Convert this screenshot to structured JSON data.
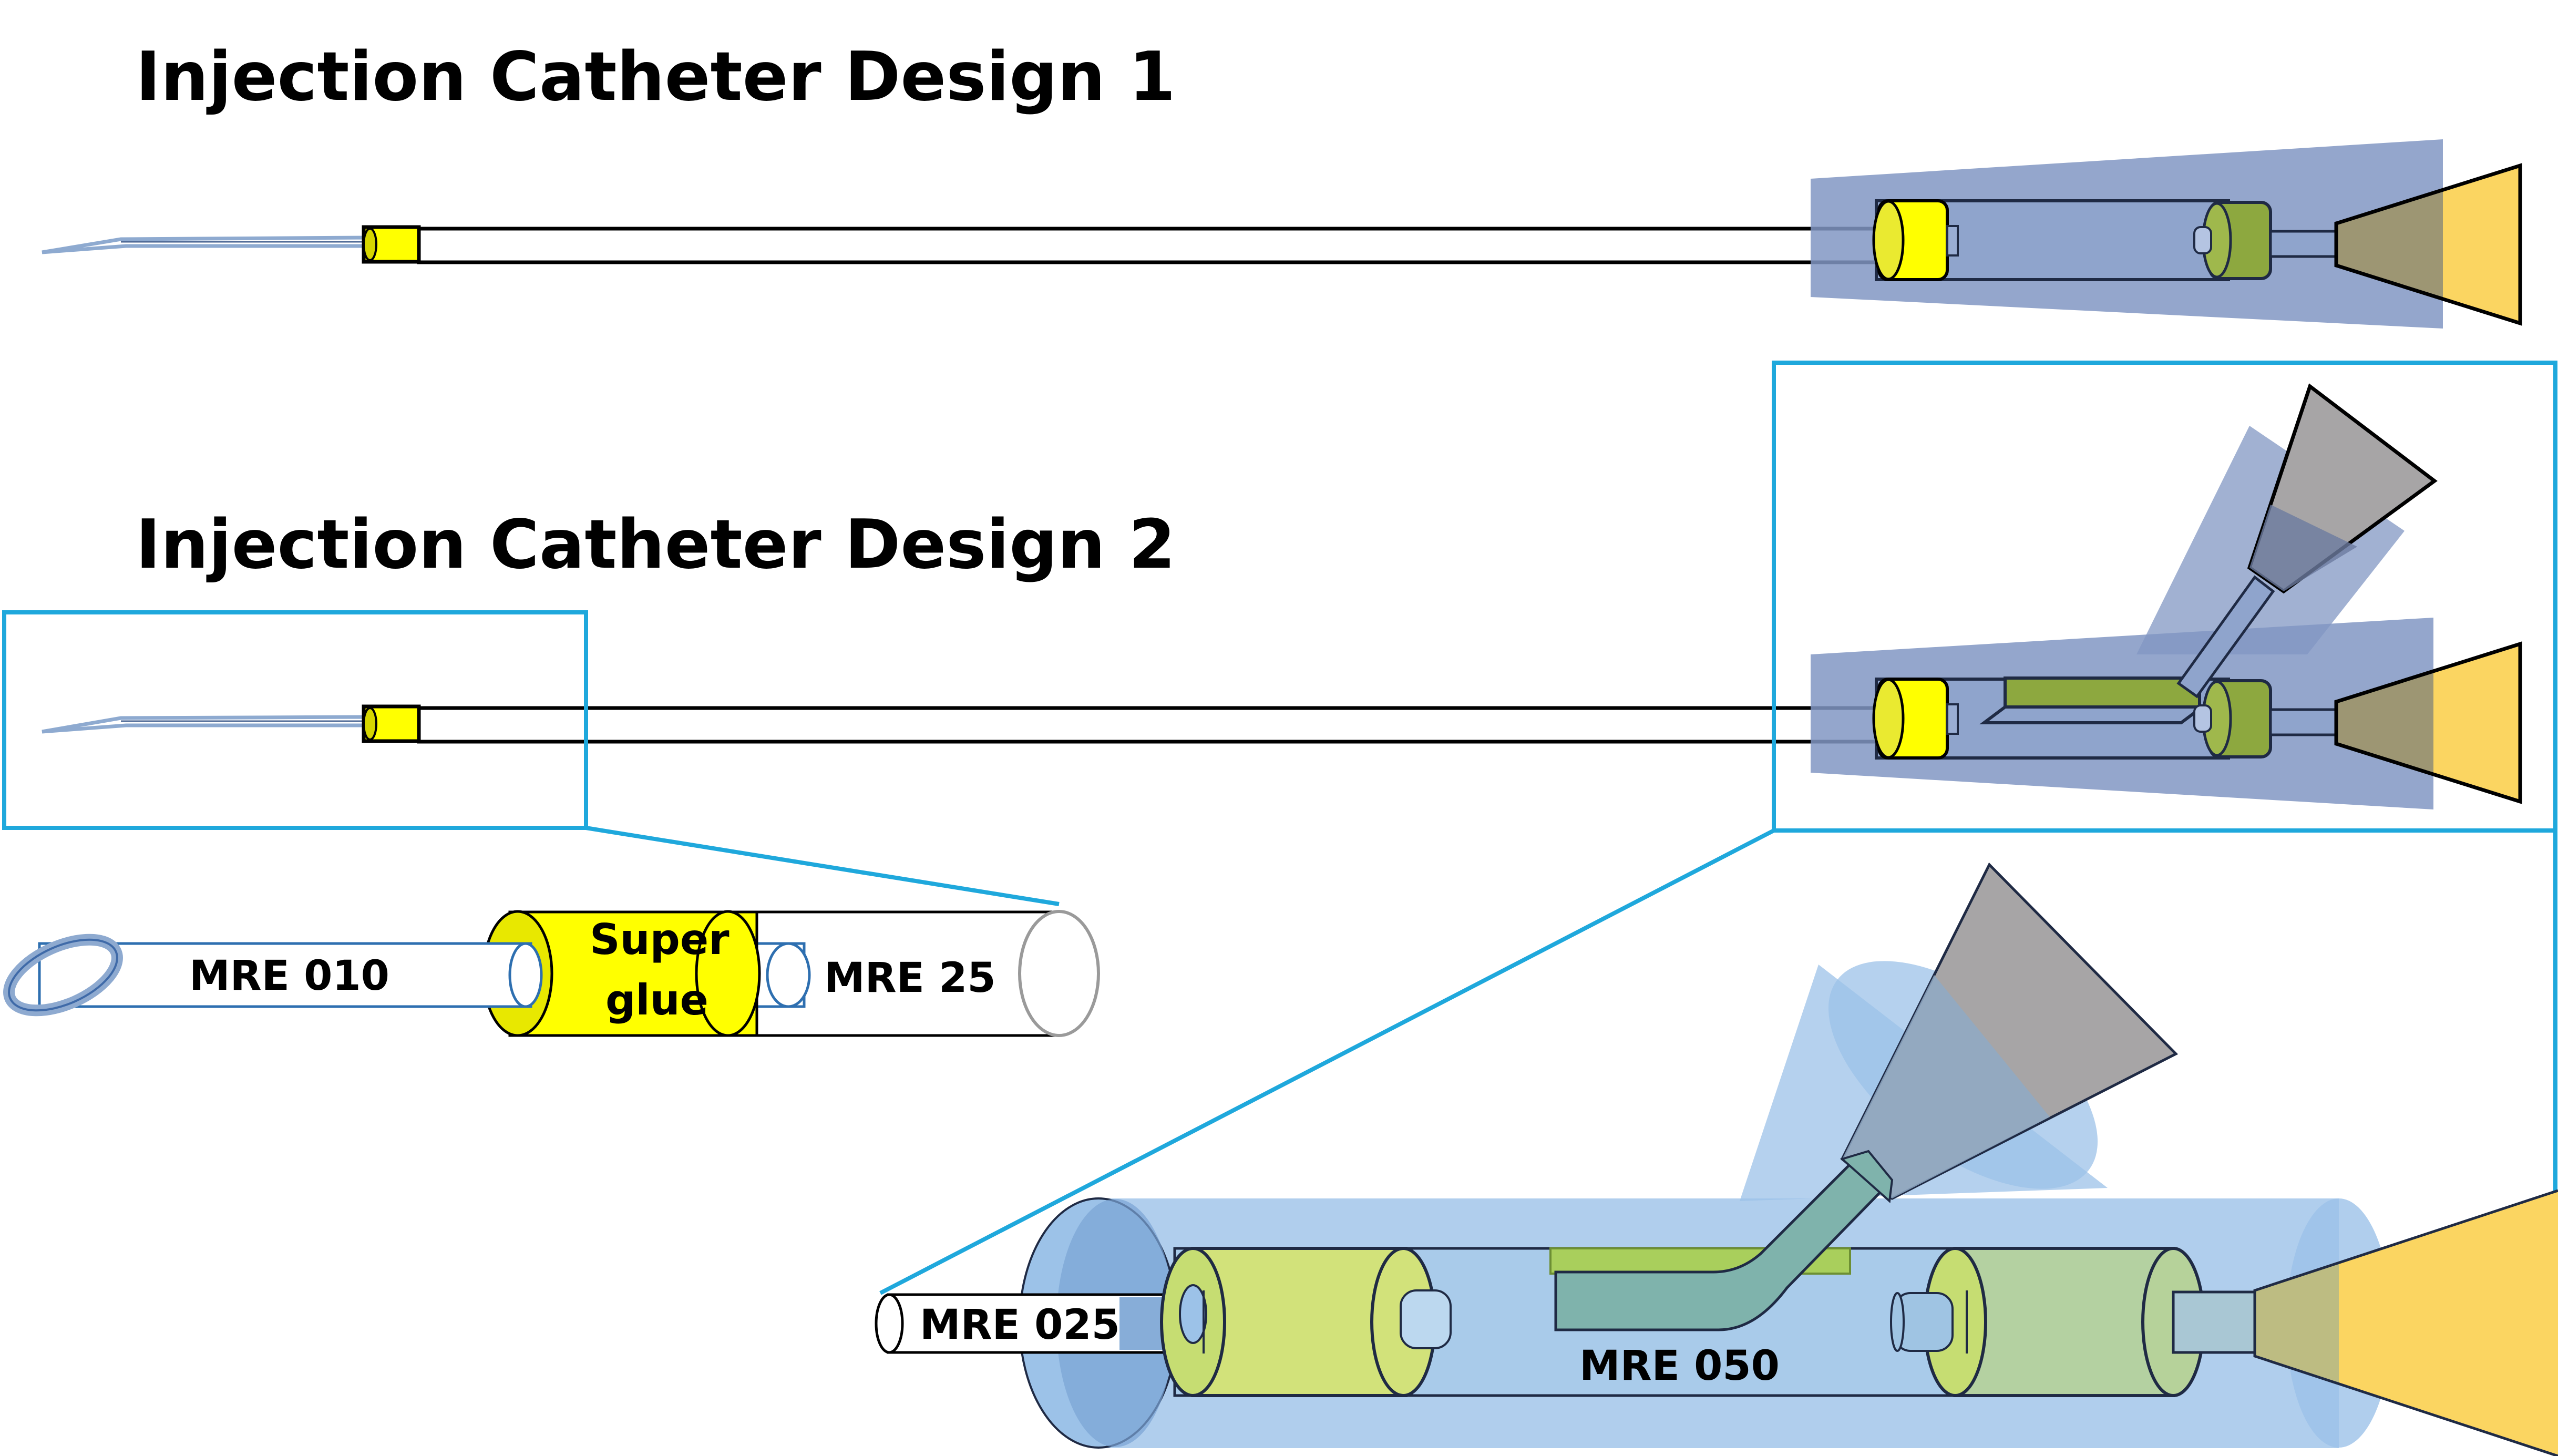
{
  "titles": {
    "design1": "Injection Catheter Design 1",
    "design2": "Injection Catheter Design 2"
  },
  "labels": {
    "mre_010": "MRE 010",
    "super": "Super",
    "glue": "glue",
    "mre_25": "MRE 25",
    "mre_025": "MRE 025",
    "mre_050": "MRE 050"
  },
  "colors": {
    "highlight_box": "#1fa8dc",
    "hub_housing": "#8197c3",
    "luer_yellow": "#fbd561",
    "funnel_gray": "#a7a5a6",
    "superglue_yellow": "#ffff00",
    "fitting_green": "#8da83f",
    "zoom_body_blue": "#9cc2e8",
    "zoom_fitting_green": "#c6dd72",
    "needle_blue": "#8eaad0"
  }
}
